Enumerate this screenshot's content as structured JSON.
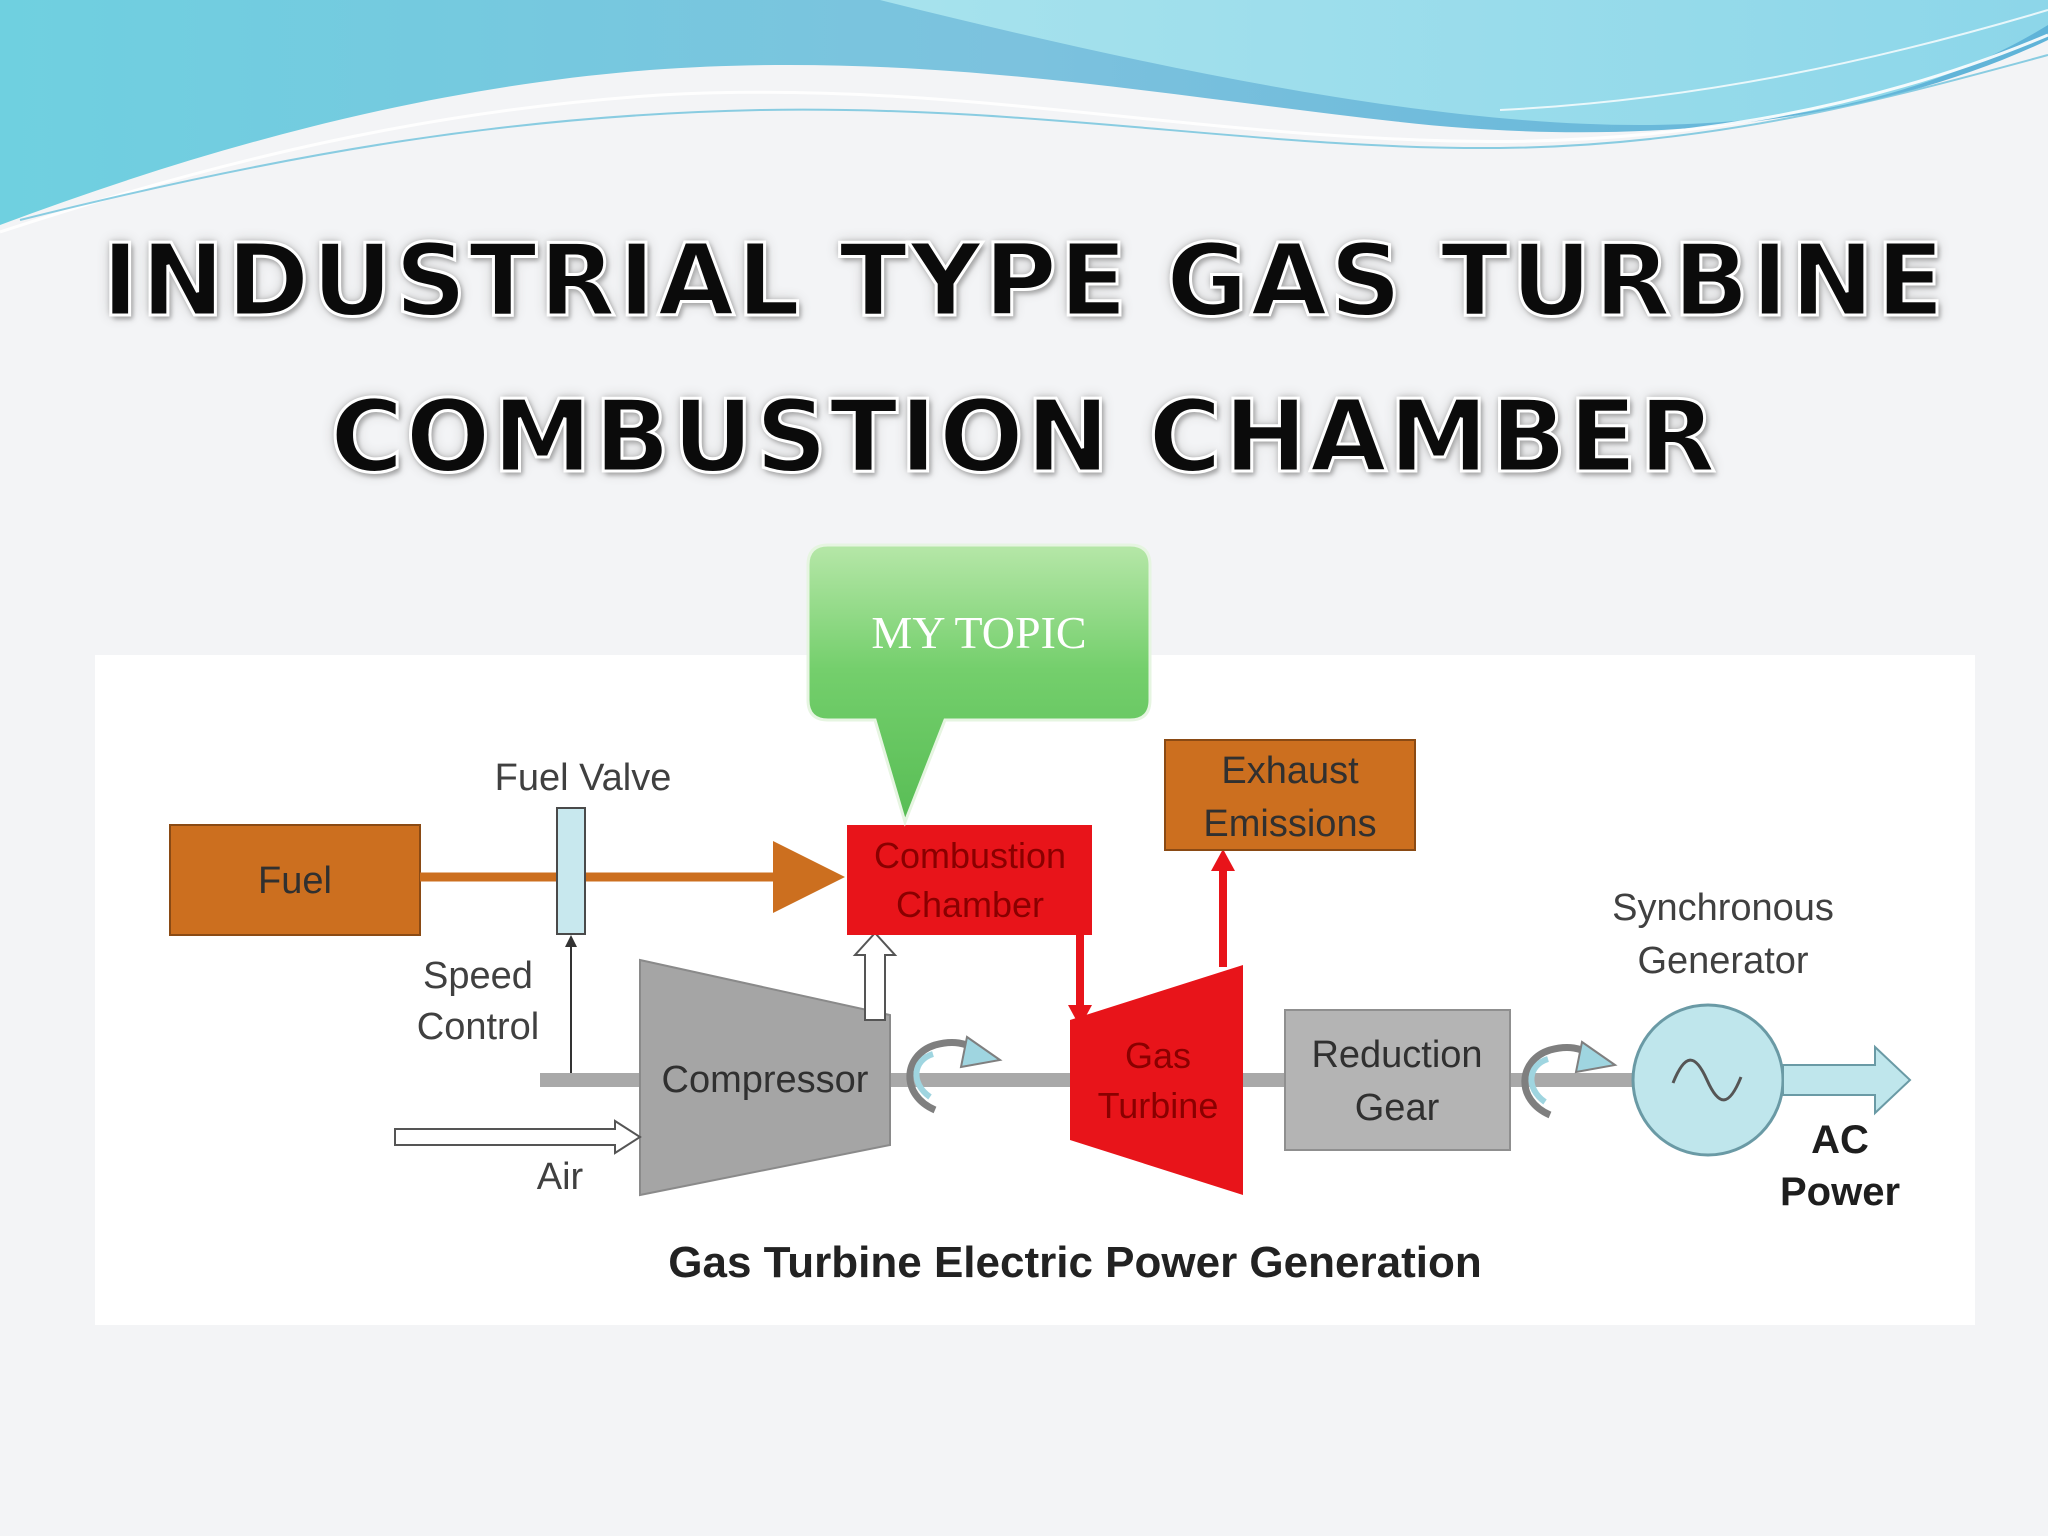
{
  "slide": {
    "title_line_1": "INDUSTRIAL TYPE GAS TURBINE",
    "title_line_2": "COMBUSTION CHAMBER"
  },
  "callout": {
    "label": "MY TOPIC",
    "color": "#6cc86a"
  },
  "diagram": {
    "fuel": "Fuel",
    "fuel_valve": "Fuel Valve",
    "combustion_chamber": [
      "Combustion",
      "Chamber"
    ],
    "exhaust_emissions": [
      "Exhaust",
      "Emissions"
    ],
    "speed_control": [
      "Speed",
      "Control"
    ],
    "compressor": "Compressor",
    "air": "Air",
    "gas_turbine": [
      "Gas",
      "Turbine"
    ],
    "reduction_gear": [
      "Reduction",
      "Gear"
    ],
    "synchronous_generator": [
      "Synchronous",
      "Generator"
    ],
    "ac_power": [
      "AC",
      "Power"
    ],
    "caption": "Gas Turbine Electric Power Generation",
    "colors": {
      "fuel_box": "#cc6f1f",
      "red_component": "#e8141a",
      "grey_component": "#b4b4b4",
      "generator": "#bfe6ec",
      "shaft": "#a9a9a9"
    }
  }
}
